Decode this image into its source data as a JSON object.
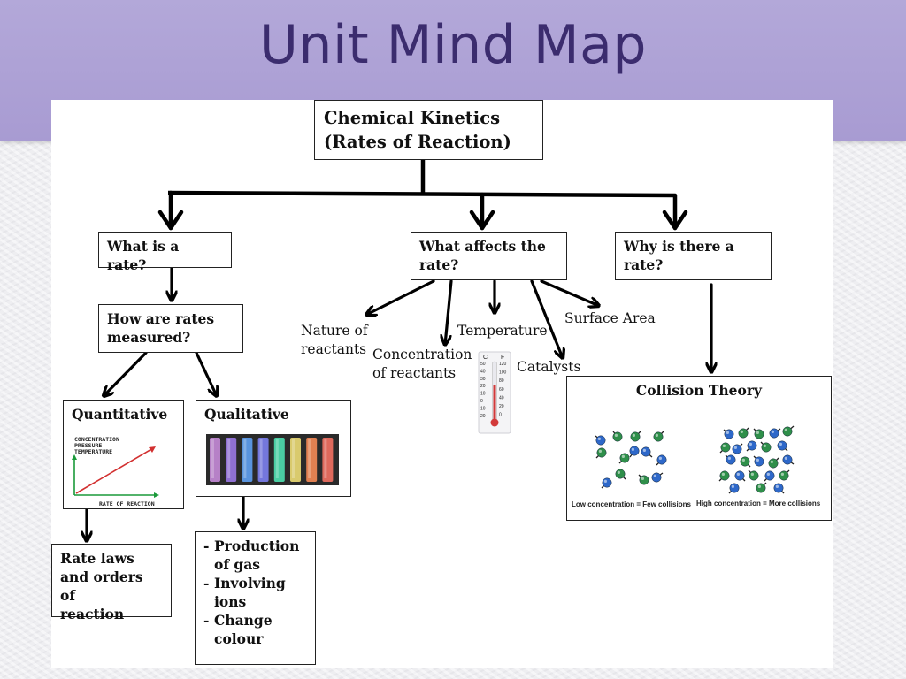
{
  "slide": {
    "title": "Unit Mind Map"
  },
  "mind_map": {
    "root": {
      "line1": "Chemical Kinetics",
      "line2": "(Rates of Reaction)"
    },
    "branch_rate": {
      "line1": "What is a rate?"
    },
    "branch_affects": {
      "line1": "What affects the",
      "line2": "rate?"
    },
    "branch_why": {
      "line1": "Why is there a",
      "line2": "rate?"
    },
    "measured": {
      "line1": "How are rates",
      "line2": "measured?"
    },
    "quantitative": {
      "title": "Quantitative",
      "graph_ylabel": [
        "CONCENTRATION",
        "PRESSURE",
        "TEMPERATURE"
      ],
      "graph_xlabel": "RATE OF REACTION"
    },
    "qualitative": {
      "title": "Qualitative",
      "tube_colors": [
        "#c58bd8",
        "#9a78e6",
        "#5ea0f2",
        "#7c7ff0",
        "#4ee0b0",
        "#ecdc74",
        "#f58a55",
        "#f27062"
      ]
    },
    "rate_laws": {
      "line1": "Rate laws",
      "line2": "and orders of",
      "line3": "reaction"
    },
    "qual_list": {
      "items": [
        {
          "l1": "Production",
          "l2": "of gas"
        },
        {
          "l1": "Involving",
          "l2": "ions"
        },
        {
          "l1": "Change",
          "l2": "colour"
        }
      ]
    },
    "factors": {
      "nature": {
        "line1": "Nature of",
        "line2": "reactants"
      },
      "concentration": {
        "line1": "Concentration",
        "line2": "of reactants"
      },
      "temperature": "Temperature",
      "catalysts": "Catalysts",
      "surface_area": "Surface Area"
    },
    "thermometer": {
      "c_label": "C",
      "f_label": "F",
      "c_ticks": [
        "50",
        "40",
        "30",
        "20",
        "10",
        "0",
        "10",
        "20"
      ],
      "f_ticks": [
        "120",
        "100",
        "80",
        "60",
        "40",
        "20",
        "0"
      ]
    },
    "collision": {
      "title": "Collision Theory",
      "low_caption": "Low concentration = Few collisions",
      "high_caption": "High concentration = More collisions"
    }
  },
  "colors": {
    "title_band": "#aa9dd3",
    "title_text": "#3b2c6e",
    "blue_particle": "#2e68c9",
    "green_particle": "#2f8f4a",
    "thermo_red": "#d23a3a",
    "graph_red": "#d23030",
    "graph_green": "#1a9a3a"
  }
}
